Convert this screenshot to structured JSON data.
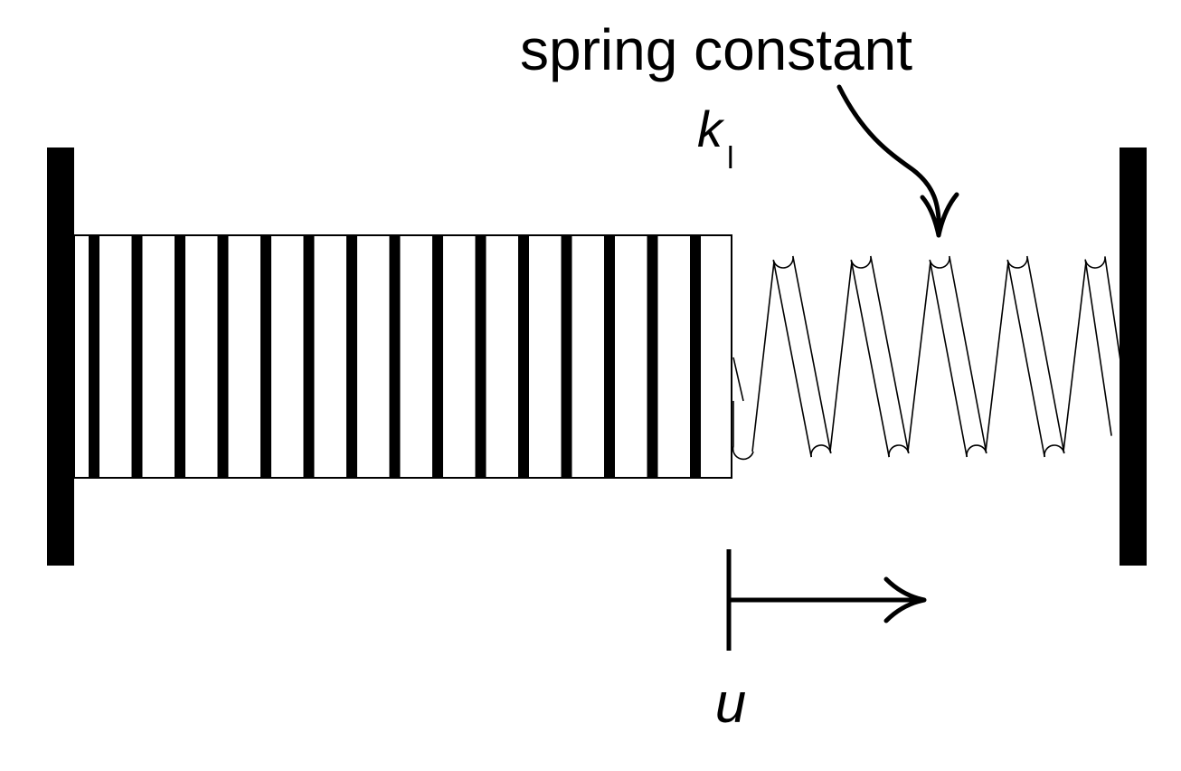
{
  "labels": {
    "annotation": "spring constant",
    "spring_symbol": "k",
    "spring_subscript": "l",
    "displacement_symbol": "u"
  },
  "colors": {
    "ink": "#000000",
    "background": "#ffffff"
  },
  "icons": {
    "annotation_arrow": "curved-arrow-icon",
    "displacement_arrow": "right-arrow-icon"
  }
}
